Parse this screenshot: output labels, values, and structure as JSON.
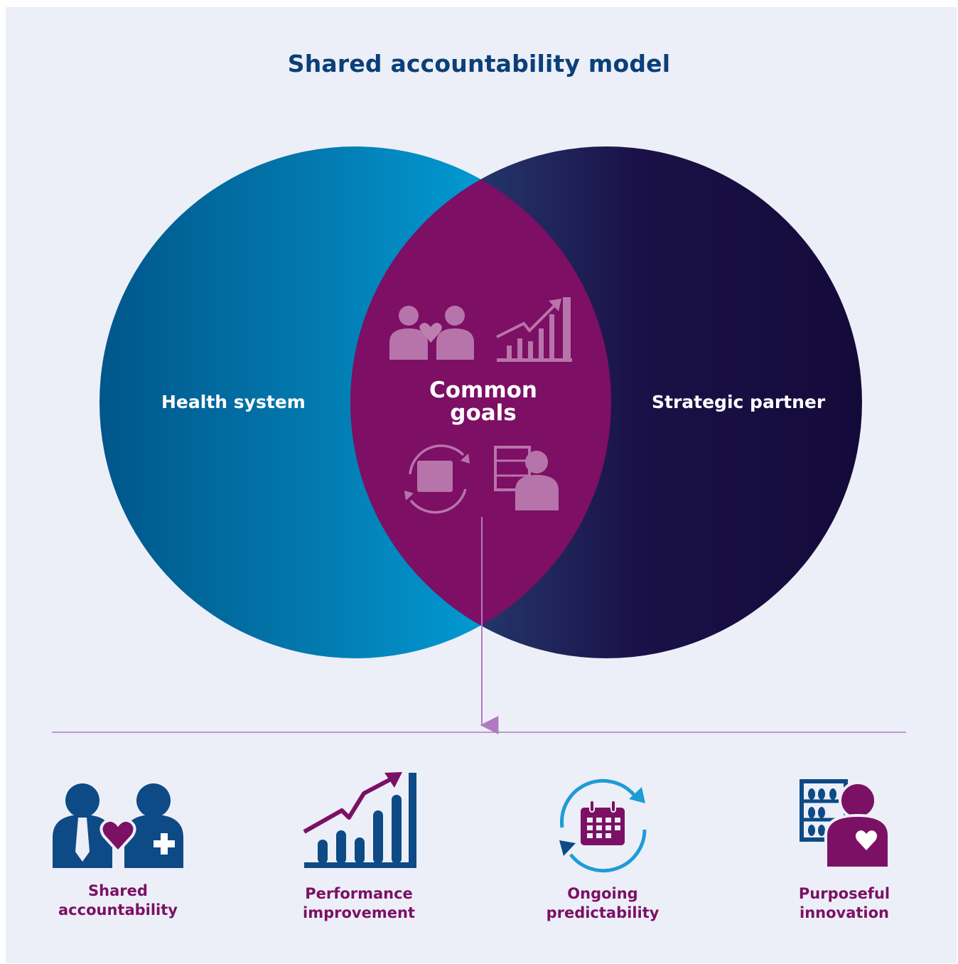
{
  "title": "Shared accountability model",
  "venn": {
    "left_label": "Health system",
    "right_label": "Strategic partner",
    "center_label_lines": [
      "Common",
      "goals"
    ]
  },
  "goals": [
    {
      "icon": "shared-accountability-icon",
      "lines": [
        "Shared",
        "accountability"
      ]
    },
    {
      "icon": "performance-chart-icon",
      "lines": [
        "Performance",
        "improvement"
      ]
    },
    {
      "icon": "calendar-cycle-icon",
      "lines": [
        "Ongoing",
        "predictability"
      ]
    },
    {
      "icon": "abacus-person-icon",
      "lines": [
        "Purposeful",
        "innovation"
      ]
    }
  ],
  "colors": {
    "background": "#eceff7",
    "title": "#0b3f79",
    "health_system": "#0089c6",
    "strategic_partner": "#150b3c",
    "common_goals": "#7b1065",
    "icon_blue": "#0d4a86",
    "icon_purple": "#7b1065",
    "icon_light_blue": "#1f9bd7",
    "connector": "#b07ac0"
  }
}
